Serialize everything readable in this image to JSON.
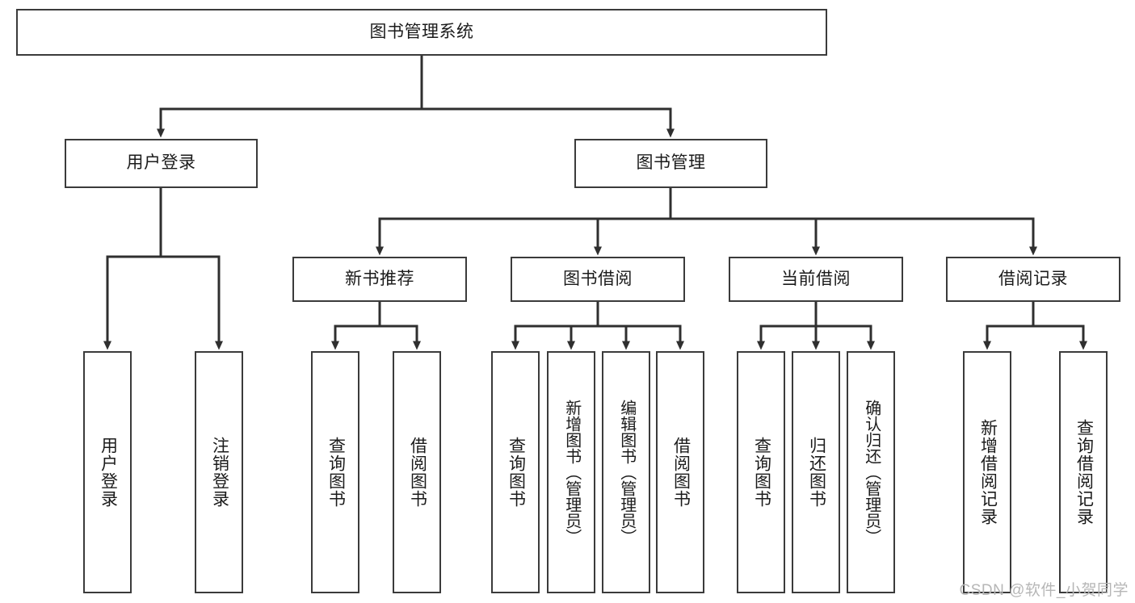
{
  "diagram": {
    "title": "图书管理系统",
    "type": "hierarchy-tree",
    "watermark": "CSDN @软件_小贺同学",
    "colors": {
      "box_border": "#3b3b3b",
      "box_fill": "#ffffff",
      "connector": "#2f2f2f",
      "text": "#1b1b1b",
      "watermark": "#b6b6b6"
    },
    "nodes": {
      "root": {
        "label": "图书管理系统"
      },
      "level2": [
        {
          "label": "用户登录"
        },
        {
          "label": "图书管理"
        }
      ],
      "level3": [
        {
          "label": "新书推荐"
        },
        {
          "label": "图书借阅"
        },
        {
          "label": "当前借阅"
        },
        {
          "label": "借阅记录"
        }
      ],
      "leaves": {
        "user_login": [
          {
            "label": "用户登录"
          },
          {
            "label": "注销登录"
          }
        ],
        "new_book_recommend": [
          {
            "label": "查询图书"
          },
          {
            "label": "借阅图书"
          }
        ],
        "book_borrow": [
          {
            "label": "查询图书"
          },
          {
            "label": "新增图书（管理员）"
          },
          {
            "label": "编辑图书（管理员）"
          },
          {
            "label": "借阅图书"
          }
        ],
        "current_borrow": [
          {
            "label": "查询图书"
          },
          {
            "label": "归还图书"
          },
          {
            "label": "确认归还（管理员）"
          }
        ],
        "borrow_records": [
          {
            "label": "新增借阅记录"
          },
          {
            "label": "查询借阅记录"
          }
        ]
      }
    }
  }
}
